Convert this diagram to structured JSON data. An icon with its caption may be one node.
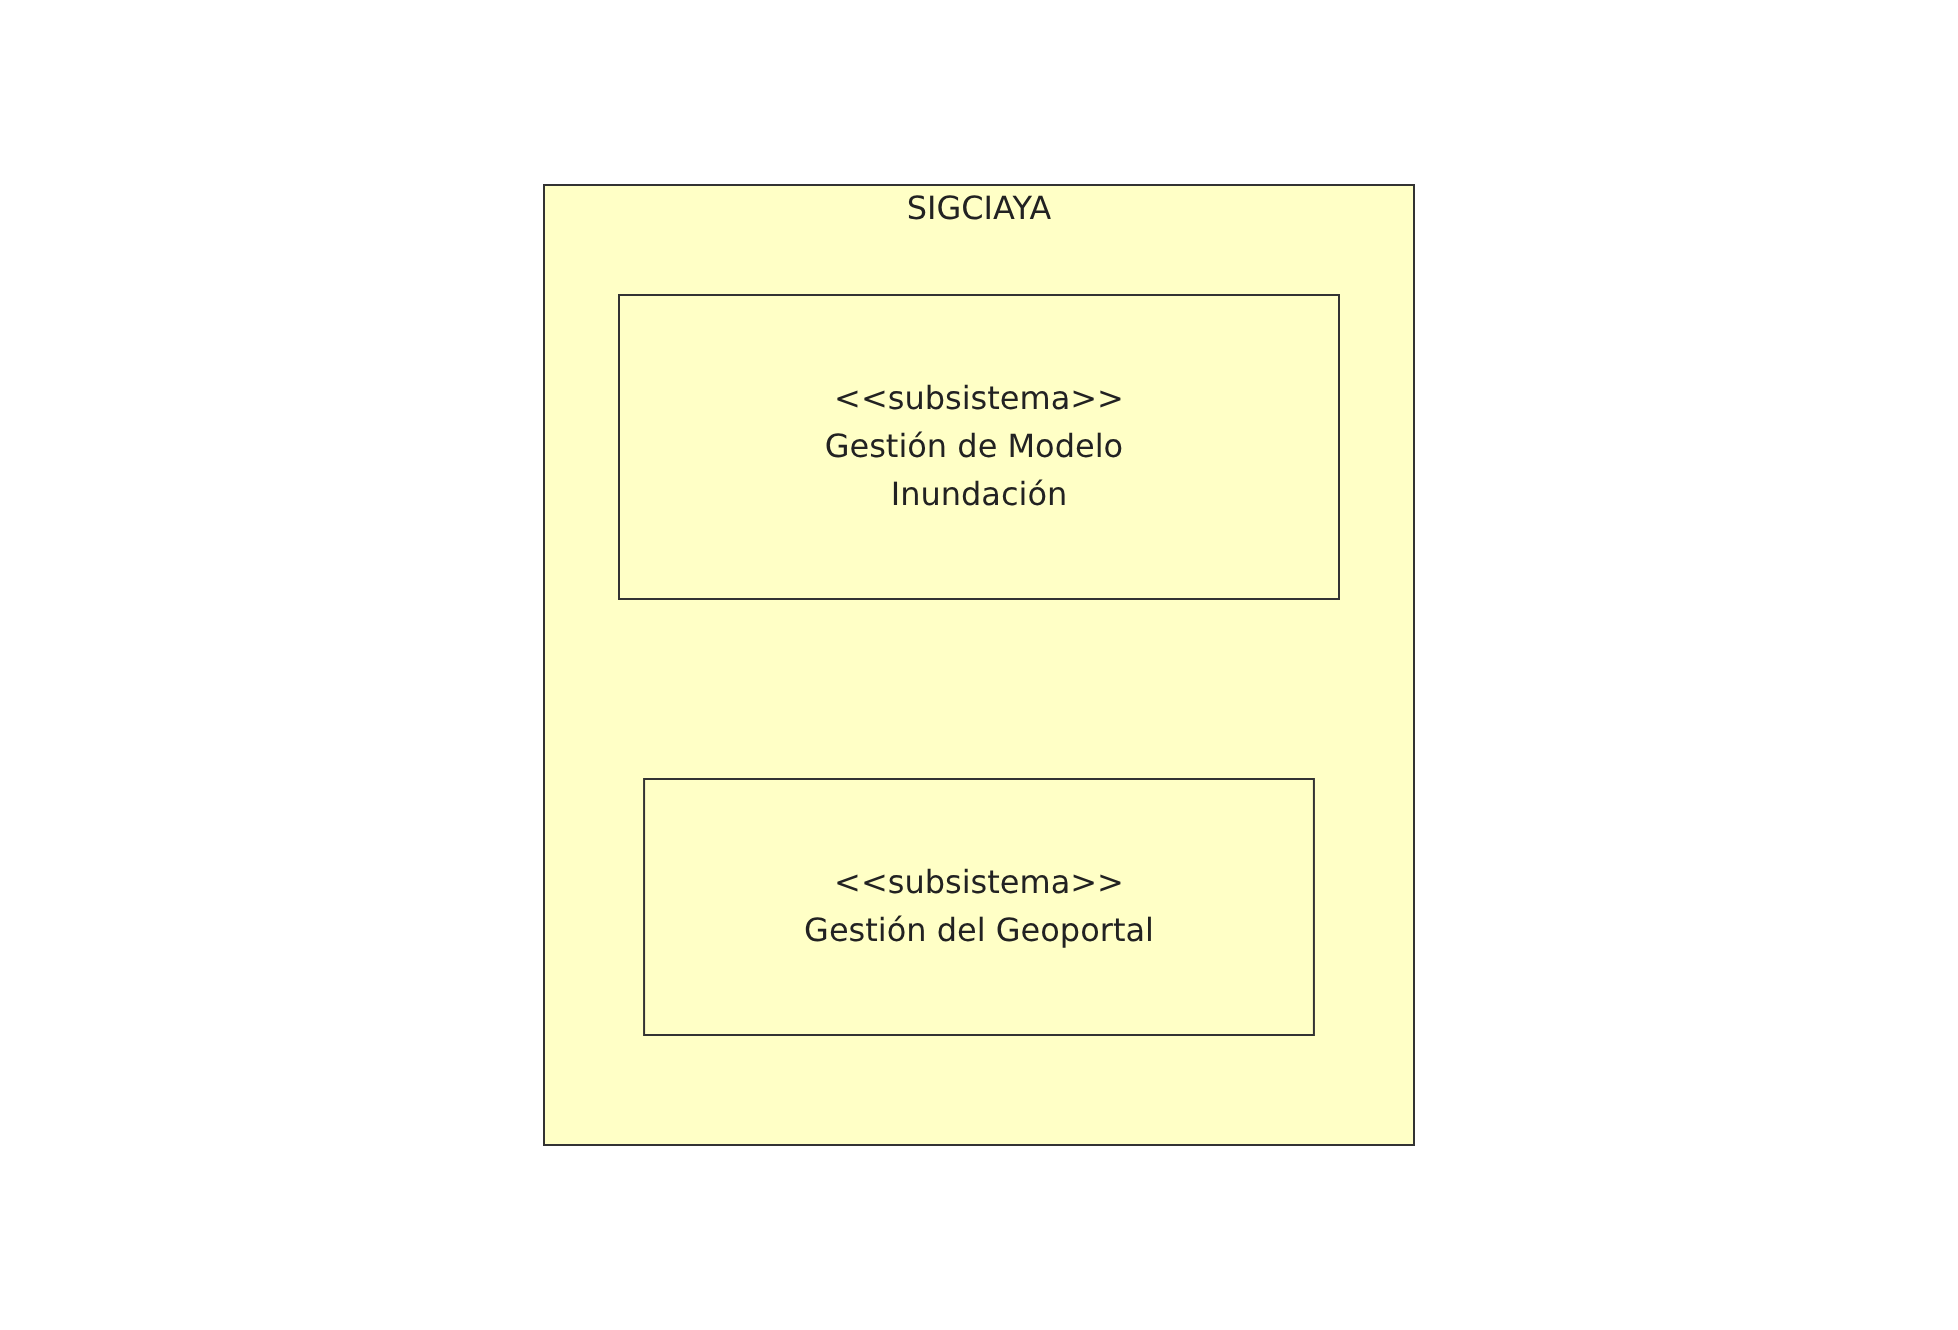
{
  "diagram": {
    "nodes": [
      {
        "text": [
          "SIGCIAYA"
        ]
      },
      {
        "text": [
          "<<subsistema>>",
          "Gestión de Modelo Inundación"
        ],
        "in": 0
      },
      {
        "text": [
          "<<subsistema>>",
          "Gestión del Geoportal"
        ],
        "in": 0
      }
    ],
    "edges": []
  }
}
